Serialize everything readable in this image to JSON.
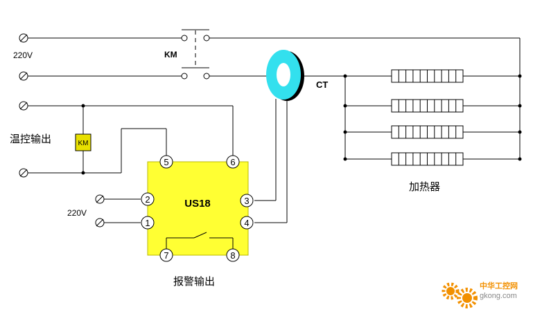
{
  "labels": {
    "voltage_top": "220V",
    "km_contactor": "KM",
    "ct": "CT",
    "temp_output": "温控输出",
    "km_coil": "KM",
    "module_name": "US18",
    "voltage_module": "220V",
    "heater": "加热器",
    "alarm_output": "报警输出",
    "watermark_text": "中华工控网",
    "watermark_url": "gkong.com"
  },
  "terminals": {
    "t5": "5",
    "t6": "6",
    "t2": "2",
    "t1": "1",
    "t3": "3",
    "t4": "4",
    "t7": "7",
    "t8": "8"
  },
  "colors": {
    "module_fill": "#ffff33",
    "module_border": "#b8b800",
    "coil_fill": "#e8e000",
    "ct_ring": "#33e0ee",
    "ct_shadow": "#000000",
    "watermark_orange": "#f29000",
    "watermark_gray": "#888888"
  }
}
